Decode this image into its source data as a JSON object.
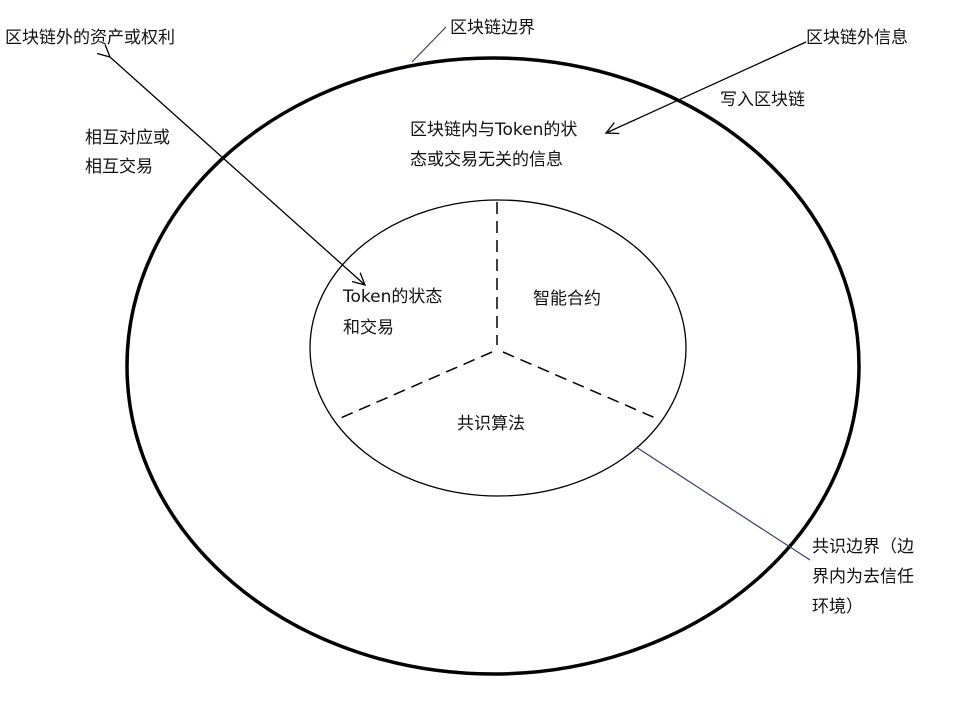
{
  "labels": {
    "offchain_assets": "区块链外的资产或权利",
    "chain_boundary": "区块链边界",
    "offchain_info": "区块链外信息",
    "write_to_chain": "写入区块链",
    "onchain_info_line1": "区块链内与Token的状",
    "onchain_info_line2": "态或交易无关的信息",
    "mutual_line1": "相互对应或",
    "mutual_line2": "相互交易",
    "token_line1": "Token的状态",
    "token_line2": "和交易",
    "smart_contract": "智能合约",
    "consensus_algorithm": "共识算法",
    "consensus_boundary_line1": "共识边界（边",
    "consensus_boundary_line2": "界内为去信任",
    "consensus_boundary_line3": "环境）"
  },
  "colors": {
    "line": "#000000",
    "leader": "#3a3f6e"
  }
}
